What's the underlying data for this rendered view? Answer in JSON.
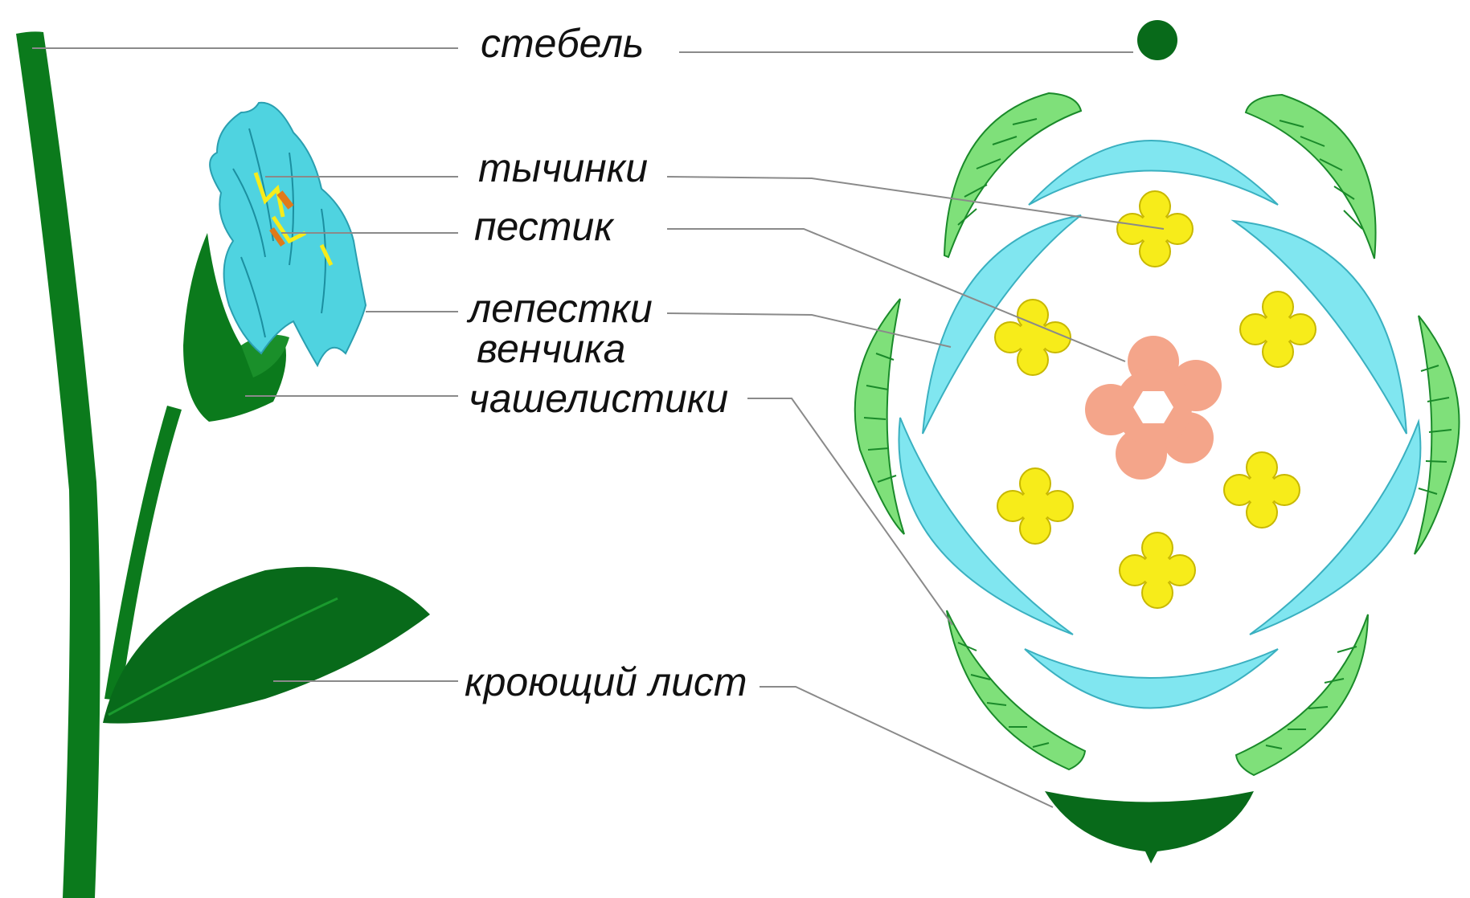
{
  "labels": {
    "stem": "стебель",
    "stamens": "тычинки",
    "pistil": "пестик",
    "petals_line1": "лепестки",
    "petals_line2": "венчика",
    "sepals": "чашелистики",
    "bract": "кроющий лист"
  },
  "colors": {
    "stem_green": "#0b7a1c",
    "dark_green": "#086a1a",
    "petal_blue": "#80e6f0",
    "sepal_green": "#7fe07a",
    "stamen_yellow": "#f7ec1a",
    "pistil_salmon": "#f4a58a",
    "flower_cyan": "#4fd3e0",
    "leader_line": "#8a8a8a"
  }
}
